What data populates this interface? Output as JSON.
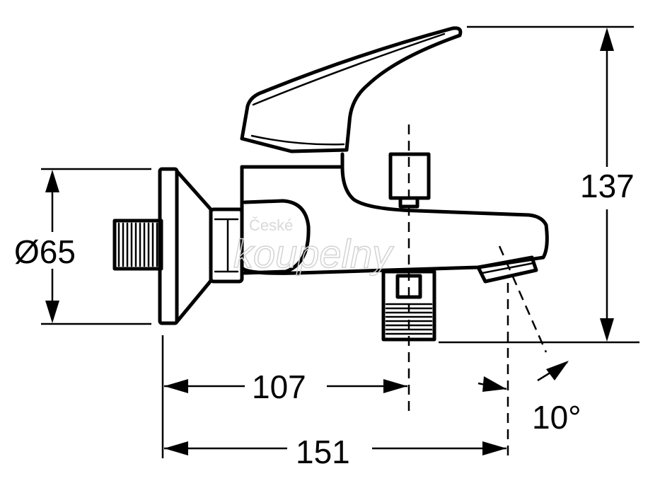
{
  "dimensions": {
    "diameter": "Ø65",
    "height": "137",
    "length_to_outlet": "107",
    "total_length": "151",
    "spout_angle": "10°"
  },
  "watermark": {
    "line1": "České",
    "line2": "koupelny"
  },
  "colors": {
    "line": "#000000",
    "background": "#ffffff",
    "watermark": "#d3d3d3"
  }
}
